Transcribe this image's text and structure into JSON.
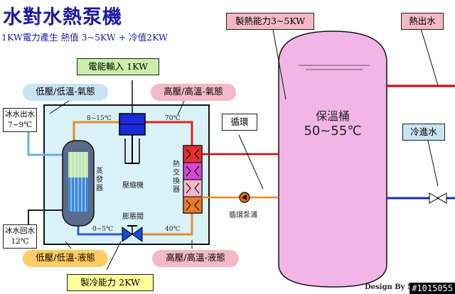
{
  "title": "水對水熱泵機",
  "subtitle": "1KW電力產生 熱值 3~5KW + 冷值2KW",
  "labels": {
    "power_input": "電能輸入 1KW",
    "heating_capacity": "製熱能力3~5KW",
    "cooling_capacity": "製冷能力 2KW",
    "hot_water_out": "熱出水",
    "cold_water_in": "冷進水",
    "circulation": "循環",
    "circulation_pump": "循環泵浦",
    "low_pressure_gas": "低壓/低溫-氣態",
    "high_pressure_gas": "高壓/高溫-氣態",
    "low_pressure_liquid": "低壓/低溫-液態",
    "high_pressure_liquid": "高壓/高溫-液態",
    "chilled_water_out": "冰水出水",
    "chilled_water_out_temp": "7~9℃",
    "chilled_water_return": "冰水回水",
    "chilled_water_return_temp": "12℃",
    "compressor": "壓縮機",
    "expansion_valve": "膨脹閥",
    "heat_exchanger": "熱交換器",
    "evaporator": "蒸發器",
    "temp_evap_out": "8~15℃",
    "temp_comp_out": "70℃",
    "temp_evap_in": "0~5℃",
    "temp_hx_out": "40℃",
    "tank_name": "保溫桶",
    "tank_temp": "50~55℃",
    "credit": "Design By Mi",
    "image_id": "#1015055"
  },
  "colors": {
    "title": "#1a1aa6",
    "yellow_box": "#ffff99",
    "green_box": "#c8f0a8",
    "pink_box": "#f4b8c8",
    "blue_box": "#c8e4f4",
    "panel": "#d8f2f8",
    "tank": "#f2b6e6",
    "hot_pipe": "#dd0000",
    "cold_pipe": "#1a2ab8"
  }
}
